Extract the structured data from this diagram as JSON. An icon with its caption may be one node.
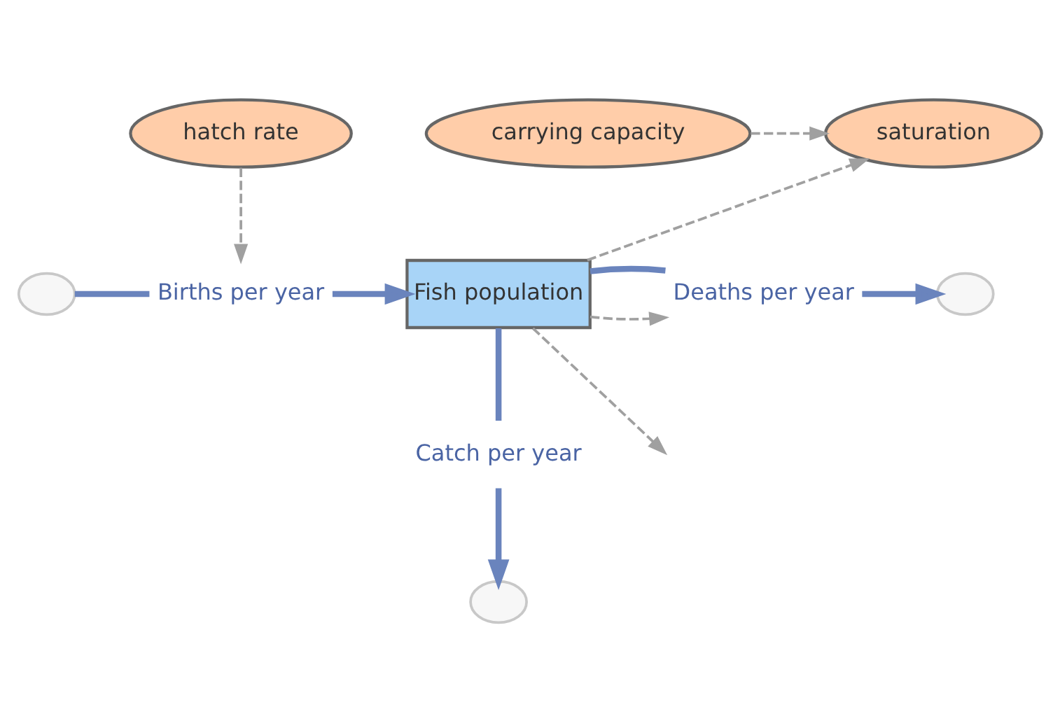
{
  "diagram": {
    "nodes": [
      {
        "text": [
          "hatch rate"
        ]
      },
      {
        "text": [
          "carrying capacity"
        ]
      },
      {
        "text": [
          "saturation"
        ]
      },
      {
        "text": [],
        "shape": "cloud"
      },
      {
        "text": [
          "Births per year"
        ]
      },
      {
        "text": [
          "Fish population"
        ]
      },
      {
        "text": [
          "Deaths per year"
        ]
      },
      {
        "text": [],
        "shape": "cloud"
      },
      {
        "text": [
          "Catch per year"
        ]
      },
      {
        "text": [],
        "shape": "cloud"
      }
    ],
    "edges": [
      {
        "from": 0,
        "to": 4,
        "arrow": "to",
        "style": "dashed",
        "color": "#a0a0a0"
      },
      {
        "from": 1,
        "to": 2,
        "arrow": "to",
        "style": "dashed",
        "color": "#a0a0a0"
      },
      {
        "from": 5,
        "to": 2,
        "arrow": "to",
        "style": "dashed",
        "color": "#a0a0a0"
      },
      {
        "from": 5,
        "to": null,
        "arrow": "to",
        "style": "dashed",
        "color": "#a0a0a0"
      },
      {
        "from": 5,
        "to": 6,
        "arrow": "to",
        "style": "dashed",
        "color": "#a0a0a0"
      },
      {
        "from": 3,
        "to": 4,
        "arrow": "none"
      },
      {
        "from": 4,
        "to": 5,
        "arrow": "to"
      },
      {
        "from": 5,
        "to": 6,
        "arrow": "none"
      },
      {
        "from": 6,
        "to": 7,
        "arrow": "to"
      },
      {
        "from": 5,
        "to": 8,
        "arrow": "none"
      },
      {
        "from": 8,
        "to": 9,
        "arrow": "to"
      }
    ]
  }
}
